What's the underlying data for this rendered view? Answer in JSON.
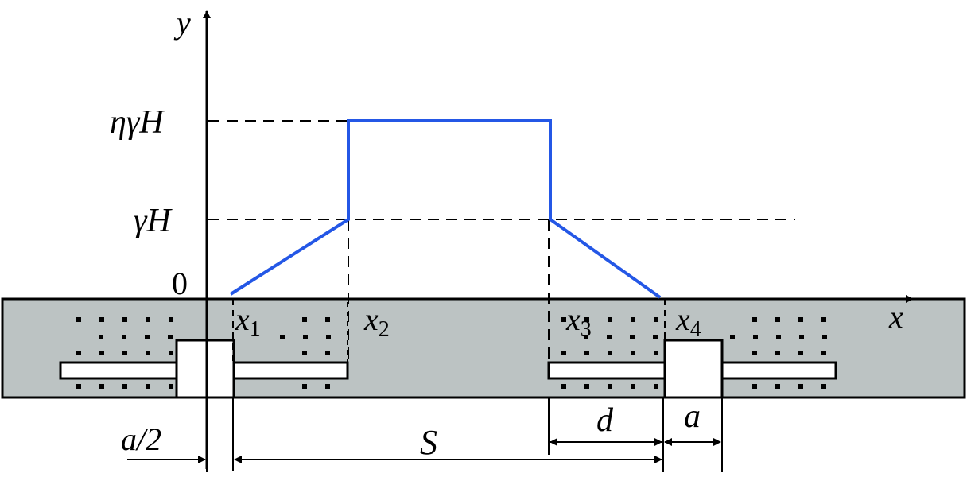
{
  "axes": {
    "x_label": "x",
    "y_label": "y",
    "origin_label": "0"
  },
  "levels": {
    "upper": "ηγH",
    "lower": "γH"
  },
  "points": [
    {
      "base": "x",
      "sub": "1"
    },
    {
      "base": "x",
      "sub": "2"
    },
    {
      "base": "x",
      "sub": "3"
    },
    {
      "base": "x",
      "sub": "4"
    }
  ],
  "dimensions": {
    "half_width": "a/2",
    "spacing": "S",
    "depth": "d",
    "width": "a"
  },
  "colors": {
    "stress_curve": "#2457e6",
    "layer_fill": "#bcc3c3",
    "outline": "#000000"
  }
}
